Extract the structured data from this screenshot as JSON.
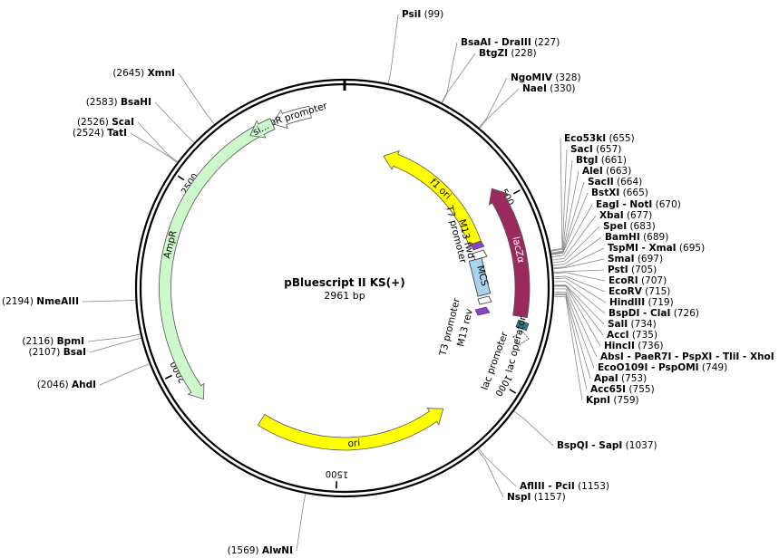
{
  "plasmid": {
    "name": "pBluescript II KS(+)",
    "size_label": "2961 bp",
    "length": 2961
  },
  "ticks": [
    {
      "bp": 500,
      "label": "500"
    },
    {
      "bp": 1000,
      "label": "1000"
    },
    {
      "bp": 1500,
      "label": "1500"
    },
    {
      "bp": 2000,
      "label": "2000"
    },
    {
      "bp": 2500,
      "label": "2500"
    }
  ],
  "features": [
    {
      "id": "lacZa",
      "label": "lacZα",
      "start": 460,
      "end": 816,
      "strand": -1,
      "color": "#9a2a5e",
      "label_color": "#ffffff"
    },
    {
      "id": "f1-ori",
      "label": "f1 ori",
      "start": 135,
      "end": 590,
      "strand": -1,
      "color": "#ffff00",
      "label_color": "#000000"
    },
    {
      "id": "ori",
      "label": "ori",
      "start": 1158,
      "end": 1746,
      "strand": -1,
      "color": "#ffff00",
      "label_color": "#000000"
    },
    {
      "id": "ampr",
      "label": "AmpR",
      "start": 1906,
      "end": 2766,
      "strand": -1,
      "color": "#ccf8cc",
      "label_color": "#000000"
    },
    {
      "id": "ampr-promoter",
      "label": "AmpR promoter",
      "start": 2766,
      "end": 2870,
      "strand": -1,
      "color": "#ffffff",
      "label_color": "#000000"
    },
    {
      "id": "ampr-signal",
      "label": "si...",
      "start": 2700,
      "end": 2766,
      "strand": -1,
      "color": "#ccf8cc",
      "label_color": "#000000"
    }
  ],
  "inner_features": [
    {
      "id": "m13-fwd",
      "label": "M13 fwd",
      "color": "#8844cc"
    },
    {
      "id": "t7-promoter",
      "label": "T7 promoter",
      "color": "#ffffff"
    },
    {
      "id": "mcs",
      "label": "MCS",
      "color": "#a8d4f0"
    },
    {
      "id": "t3-promoter",
      "label": "T3 promoter",
      "color": "#ffffff"
    },
    {
      "id": "m13-rev",
      "label": "M13 rev",
      "color": "#8844cc"
    },
    {
      "id": "lac-operator",
      "label": "lac operator",
      "color": "#2a7a8a"
    },
    {
      "id": "lac-promoter",
      "label": "lac promoter",
      "color": "#ffffff"
    }
  ],
  "sites_right": [
    {
      "name": "PsiI",
      "pos": "(99)",
      "bp": 99
    },
    {
      "name": "BsaAI - DraIII",
      "pos": "(227)",
      "bp": 227
    },
    {
      "name": "BtgZI",
      "pos": "(228)",
      "bp": 228
    },
    {
      "name": "NgoMIV",
      "pos": "(328)",
      "bp": 328
    },
    {
      "name": "NaeI",
      "pos": "(330)",
      "bp": 330
    },
    {
      "name": "Eco53kI",
      "pos": "(655)",
      "bp": 655
    },
    {
      "name": "SacI",
      "pos": "(657)",
      "bp": 657
    },
    {
      "name": "BtgI",
      "pos": "(661)",
      "bp": 661
    },
    {
      "name": "AleI",
      "pos": "(663)",
      "bp": 663
    },
    {
      "name": "SacII",
      "pos": "(664)",
      "bp": 664
    },
    {
      "name": "BstXI",
      "pos": "(665)",
      "bp": 665
    },
    {
      "name": "EagI - NotI",
      "pos": "(670)",
      "bp": 670
    },
    {
      "name": "XbaI",
      "pos": "(677)",
      "bp": 677
    },
    {
      "name": "SpeI",
      "pos": "(683)",
      "bp": 683
    },
    {
      "name": "BamHI",
      "pos": "(689)",
      "bp": 689
    },
    {
      "name": "TspMI - XmaI",
      "pos": "(695)",
      "bp": 695
    },
    {
      "name": "SmaI",
      "pos": "(697)",
      "bp": 697
    },
    {
      "name": "PstI",
      "pos": "(705)",
      "bp": 705
    },
    {
      "name": "EcoRI",
      "pos": "(707)",
      "bp": 707
    },
    {
      "name": "EcoRV",
      "pos": "(715)",
      "bp": 715
    },
    {
      "name": "HindIII",
      "pos": "(719)",
      "bp": 719
    },
    {
      "name": "BspDI - ClaI",
      "pos": "(726)",
      "bp": 726
    },
    {
      "name": "SalI",
      "pos": "(734)",
      "bp": 734
    },
    {
      "name": "AccI",
      "pos": "(735)",
      "bp": 735
    },
    {
      "name": "HincII",
      "pos": "(736)",
      "bp": 736
    },
    {
      "name": "AbsI - PaeR7I - PspXI - TliI - XhoI",
      "pos": "",
      "bp": 742
    },
    {
      "name": "EcoO109I - PspOMI",
      "pos": "(749)",
      "bp": 749
    },
    {
      "name": "ApaI",
      "pos": "(753)",
      "bp": 753
    },
    {
      "name": "Acc65I",
      "pos": "(755)",
      "bp": 755
    },
    {
      "name": "KpnI",
      "pos": "(759)",
      "bp": 759
    },
    {
      "name": "BspQI - SapI",
      "pos": "(1037)",
      "bp": 1037
    },
    {
      "name": "AflIII - PciI",
      "pos": "(1153)",
      "bp": 1153
    },
    {
      "name": "NspI",
      "pos": "(1157)",
      "bp": 1157
    }
  ],
  "sites_left": [
    {
      "name": "AlwNI",
      "pos": "(1569)",
      "bp": 1569
    },
    {
      "name": "AhdI",
      "pos": "(2046)",
      "bp": 2046
    },
    {
      "name": "BsaI",
      "pos": "(2107)",
      "bp": 2107
    },
    {
      "name": "BpmI",
      "pos": "(2116)",
      "bp": 2116
    },
    {
      "name": "NmeAIII",
      "pos": "(2194)",
      "bp": 2194
    },
    {
      "name": "TatI",
      "pos": "(2524)",
      "bp": 2524
    },
    {
      "name": "ScaI",
      "pos": "(2526)",
      "bp": 2526
    },
    {
      "name": "BsaHI",
      "pos": "(2583)",
      "bp": 2583
    },
    {
      "name": "XmnI",
      "pos": "(2645)",
      "bp": 2645
    }
  ]
}
